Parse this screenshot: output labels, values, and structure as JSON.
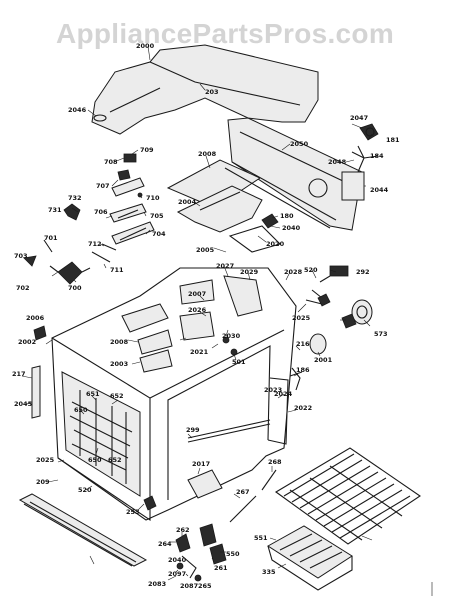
{
  "watermark": "AppliancePartsPros.com",
  "colors": {
    "ink": "#1a1a1a",
    "paper": "#ffffff",
    "watermark": "#d4d4d4"
  },
  "labels": [
    {
      "id": "a",
      "text": "2000"
    },
    {
      "id": "b",
      "text": "2046"
    },
    {
      "id": "c",
      "text": "203"
    },
    {
      "id": "d",
      "text": "2047"
    },
    {
      "id": "e",
      "text": "181"
    },
    {
      "id": "f",
      "text": "2050"
    },
    {
      "id": "g",
      "text": "2008"
    },
    {
      "id": "h",
      "text": "2048"
    },
    {
      "id": "i",
      "text": "184"
    },
    {
      "id": "j",
      "text": "2044"
    },
    {
      "id": "k",
      "text": "709"
    },
    {
      "id": "l",
      "text": "708"
    },
    {
      "id": "m",
      "text": "707"
    },
    {
      "id": "n",
      "text": "710"
    },
    {
      "id": "o",
      "text": "732"
    },
    {
      "id": "p",
      "text": "731"
    },
    {
      "id": "q",
      "text": "706"
    },
    {
      "id": "r",
      "text": "705"
    },
    {
      "id": "s",
      "text": "2004"
    },
    {
      "id": "t",
      "text": "704"
    },
    {
      "id": "u",
      "text": "701"
    },
    {
      "id": "v",
      "text": "712"
    },
    {
      "id": "w",
      "text": "711"
    },
    {
      "id": "x",
      "text": "703"
    },
    {
      "id": "y",
      "text": "702"
    },
    {
      "id": "z",
      "text": "700"
    },
    {
      "id": "aa",
      "text": "180"
    },
    {
      "id": "ab",
      "text": "2040"
    },
    {
      "id": "ac",
      "text": "2020"
    },
    {
      "id": "ad",
      "text": "2005"
    },
    {
      "id": "ae",
      "text": "2027"
    },
    {
      "id": "af",
      "text": "2029"
    },
    {
      "id": "ag",
      "text": "2028"
    },
    {
      "id": "ah",
      "text": "520"
    },
    {
      "id": "ai",
      "text": "292"
    },
    {
      "id": "aj",
      "text": "2006"
    },
    {
      "id": "ak",
      "text": "2007"
    },
    {
      "id": "al",
      "text": "2026"
    },
    {
      "id": "am",
      "text": "2025"
    },
    {
      "id": "an",
      "text": "2002"
    },
    {
      "id": "ao",
      "text": "2008"
    },
    {
      "id": "ap",
      "text": "2003"
    },
    {
      "id": "aq",
      "text": "2021"
    },
    {
      "id": "ar",
      "text": "2030"
    },
    {
      "id": "as",
      "text": "501"
    },
    {
      "id": "at",
      "text": "216"
    },
    {
      "id": "au",
      "text": "573"
    },
    {
      "id": "av",
      "text": "2001"
    },
    {
      "id": "aw",
      "text": "217"
    },
    {
      "id": "ax",
      "text": "2045"
    },
    {
      "id": "ay",
      "text": "651"
    },
    {
      "id": "az",
      "text": "652"
    },
    {
      "id": "ba",
      "text": "650"
    },
    {
      "id": "bb",
      "text": "186"
    },
    {
      "id": "bc",
      "text": "2023"
    },
    {
      "id": "bd",
      "text": "2024"
    },
    {
      "id": "be",
      "text": "2022"
    },
    {
      "id": "bf",
      "text": "650"
    },
    {
      "id": "bg",
      "text": "652"
    },
    {
      "id": "bh",
      "text": "299"
    },
    {
      "id": "bi",
      "text": "2025"
    },
    {
      "id": "bj",
      "text": "209"
    },
    {
      "id": "bk",
      "text": "520"
    },
    {
      "id": "bl",
      "text": "2017"
    },
    {
      "id": "bm",
      "text": "268"
    },
    {
      "id": "bn",
      "text": "253"
    },
    {
      "id": "bo",
      "text": "267"
    },
    {
      "id": "bp",
      "text": "262"
    },
    {
      "id": "bq",
      "text": "264"
    },
    {
      "id": "br",
      "text": "2040"
    },
    {
      "id": "bs",
      "text": "2097"
    },
    {
      "id": "bt",
      "text": "261"
    },
    {
      "id": "bu",
      "text": "2087"
    },
    {
      "id": "bv",
      "text": "2083"
    },
    {
      "id": "bw",
      "text": "265"
    },
    {
      "id": "bx",
      "text": "550"
    },
    {
      "id": "by",
      "text": "551"
    },
    {
      "id": "bz",
      "text": "335"
    }
  ]
}
